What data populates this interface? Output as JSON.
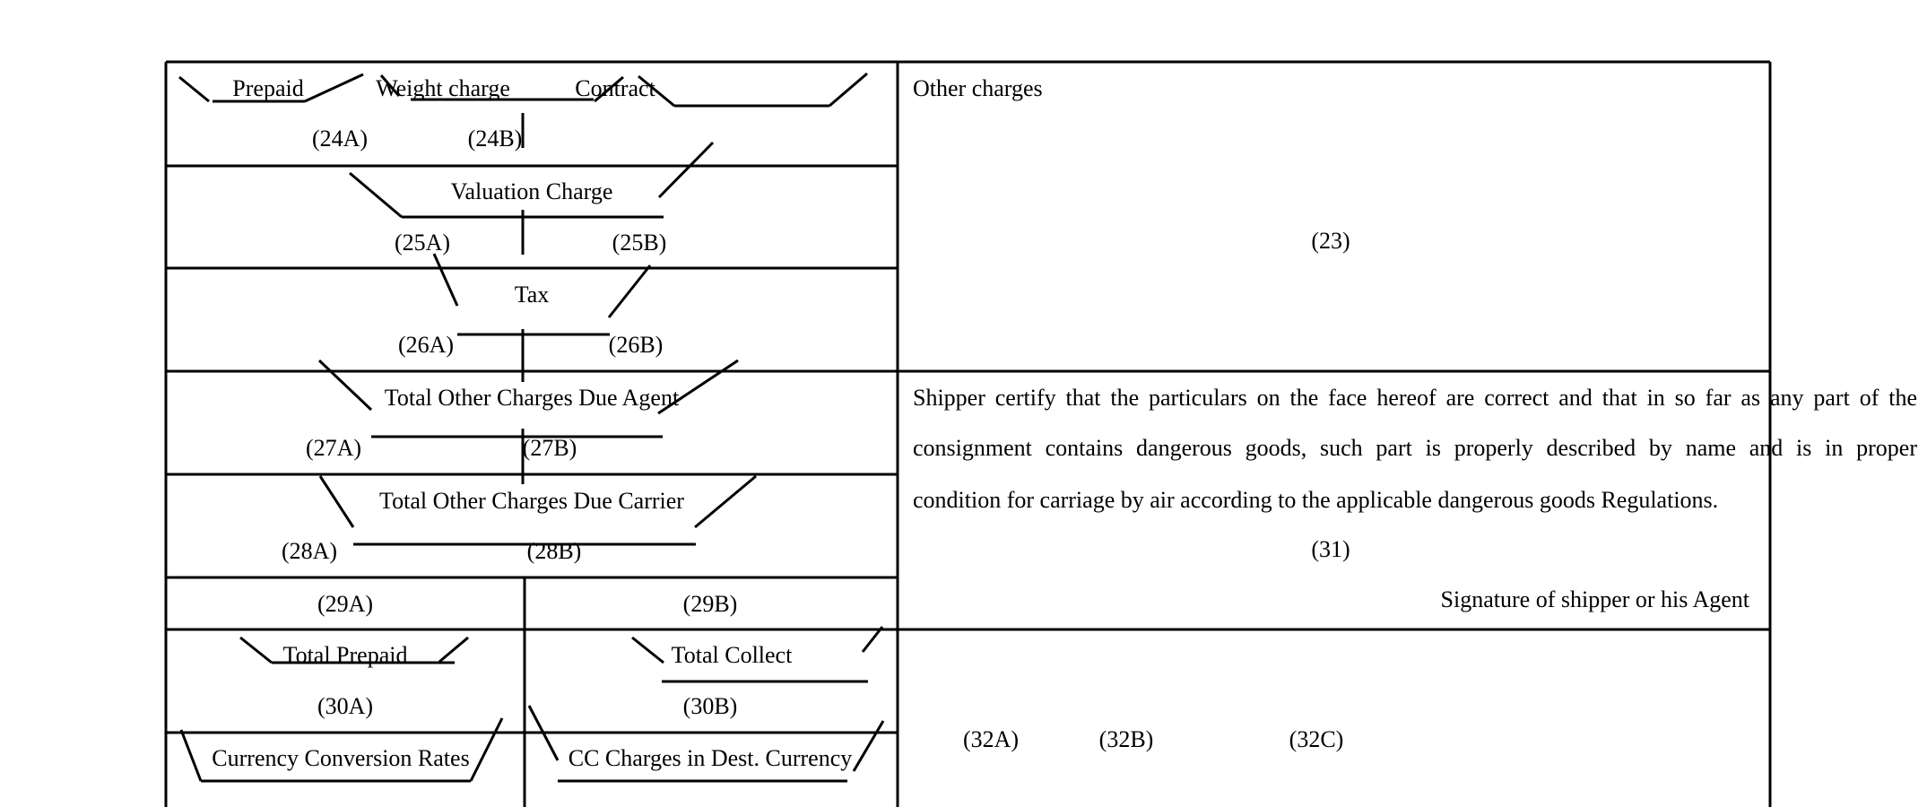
{
  "left_block": {
    "prepaid": "Prepaid",
    "weight_charge": "Weight charge",
    "contract": "Contract",
    "box_24a": "(24A)",
    "box_24b": "(24B)",
    "valuation_charge": "Valuation Charge",
    "box_25a": "(25A)",
    "box_25b": "(25B)",
    "tax": "Tax",
    "box_26a": "(26A)",
    "box_26b": "(26B)",
    "total_other_agent": "Total Other Charges Due Agent",
    "box_27a": "(27A)",
    "box_27b": "(27B)",
    "total_other_carrier": "Total Other Charges Due Carrier",
    "box_28a": "(28A)",
    "box_28b": "(28B)",
    "box_29a": "(29A)",
    "box_29b": "(29B)",
    "total_prepaid": "Total Prepaid",
    "total_collect": "Total Collect",
    "box_30a": "(30A)",
    "box_30b": "(30B)",
    "currency_conversion": "Currency Conversion Rates",
    "cc_charges": "CC Charges in Dest. Currency"
  },
  "right_block": {
    "other_charges": "Other charges",
    "box_23": "(23)",
    "certification": [
      "Shipper certify that the particulars on the face hereof are correct and that in so far as any part of the",
      "consignment contains dangerous goods, such part is properly described by name and is in proper",
      "condition for carriage by air according to the applicable dangerous goods Regulations."
    ],
    "box_31": "(31)",
    "signature": "Signature of shipper or his Agent",
    "box_32a": "(32A)",
    "box_32b": "(32B)",
    "box_32c": "(32C)"
  }
}
